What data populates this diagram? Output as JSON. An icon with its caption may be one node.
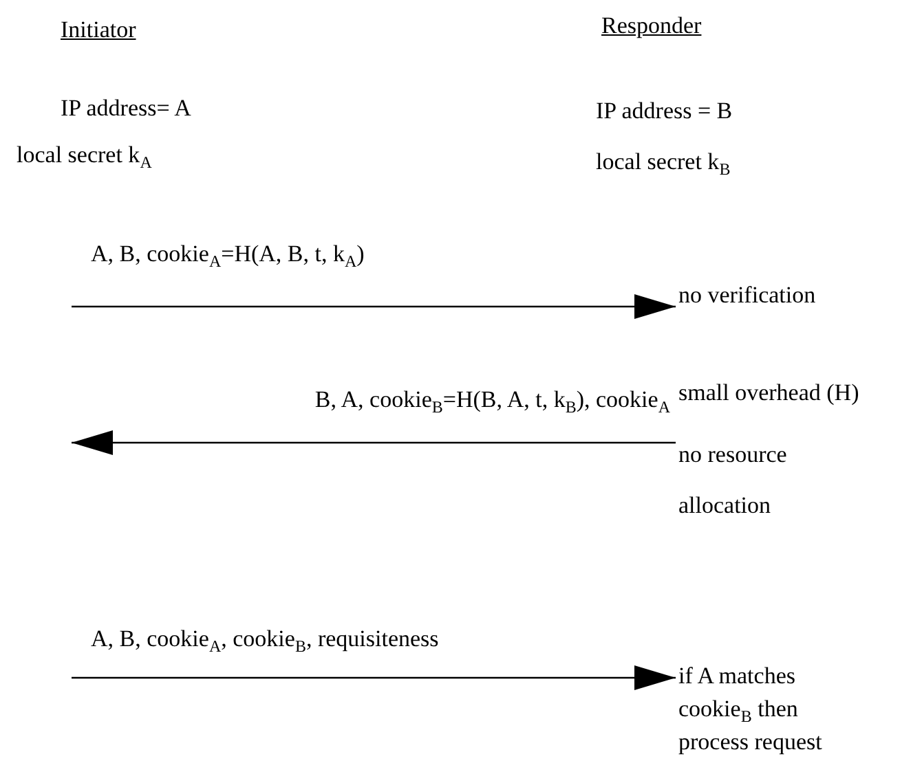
{
  "diagram": {
    "nodes": [
      {
        "text": [
          "no verification"
        ]
      },
      {
        "text": [
          "small overhead (H)",
          "no resource allocation"
        ]
      },
      {
        "text": [
          "if A matches cookie$_{B}$ then process request"
        ]
      }
    ],
    "edges": [
      {
        "from": null,
        "to": 0,
        "arrow": "to",
        "label": "A, B, cookie$_{A}$=H(A, B, t, k$_{A}$)"
      },
      {
        "from": 1,
        "to": null,
        "arrow": "to",
        "label": "B, A, cookie$_{B}$=H(B, A, t, k$_{B}$), cookie$_{A}$"
      },
      {
        "from": null,
        "to": 2,
        "arrow": "to",
        "label": "A, B, cookie$_{A}$, cookie$_{B}$, requisiteness"
      }
    ],
    "labels": [
      "Initiator",
      "Responder",
      "IP address= A",
      "IP address = B",
      "local secret k$_{A}$",
      "local secret k$_{B}$"
    ]
  }
}
